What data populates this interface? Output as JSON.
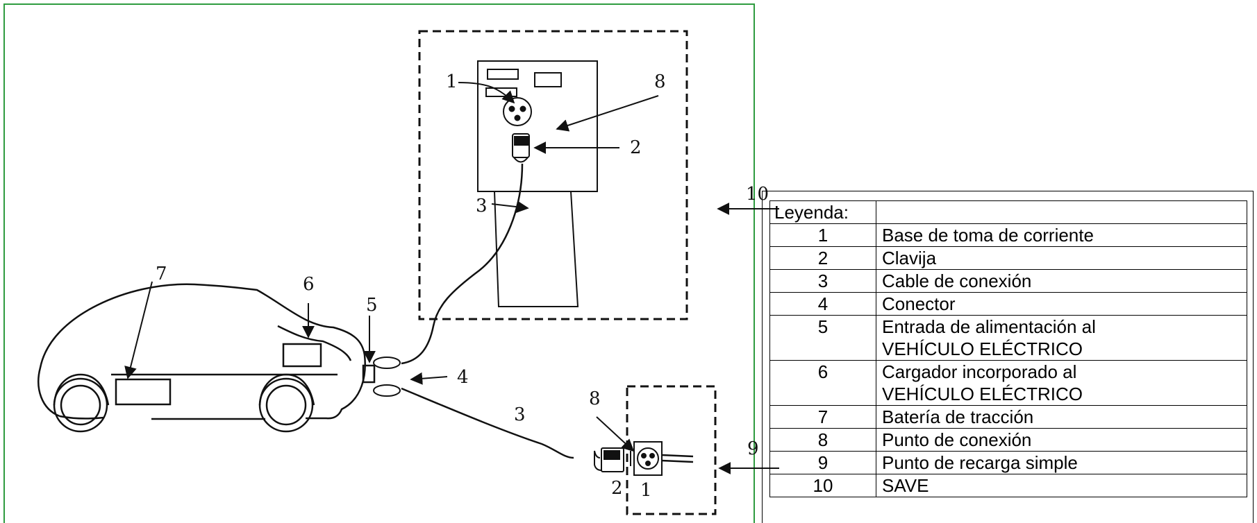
{
  "diagram": {
    "callouts": {
      "c1_top": "1",
      "c2_top": "2",
      "c3_top": "3",
      "c4": "4",
      "c3_bottom": "3",
      "c5": "5",
      "c6": "6",
      "c7": "7",
      "c8_top": "8",
      "c8_bottom": "8",
      "c9": "9",
      "c10": "10",
      "c2_bottom": "2",
      "c1_bottom": "1"
    }
  },
  "legend": {
    "header": "Leyenda:",
    "rows": [
      {
        "num": "1",
        "text": "Base de toma de corriente"
      },
      {
        "num": "2",
        "text": "Clavija"
      },
      {
        "num": "3",
        "text": "Cable de conexión"
      },
      {
        "num": "4",
        "text": "Conector"
      },
      {
        "num": "5",
        "text": "Entrada de alimentación al",
        "text2": "VEHÍCULO ELÉCTRICO"
      },
      {
        "num": "6",
        "text": "Cargador incorporado al",
        "text2": "VEHÍCULO ELÉCTRICO"
      },
      {
        "num": "7",
        "text": "Batería de tracción"
      },
      {
        "num": "8",
        "text": "Punto de conexión"
      },
      {
        "num": "9",
        "text": "Punto de recarga simple"
      },
      {
        "num": "10",
        "text": "SAVE"
      }
    ]
  }
}
